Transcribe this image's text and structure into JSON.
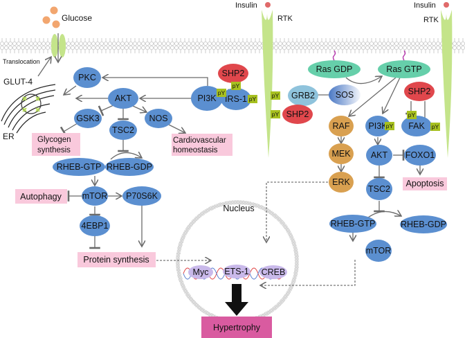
{
  "colors": {
    "node_blue": "#5b8fd0",
    "node_red": "#e0474c",
    "node_orange": "#d9a050",
    "node_teal": "#66cfaa",
    "node_lightblue": "#8fc3dc",
    "outcome_pink": "#f9c9dc",
    "hypertrophy": "#d95ba0",
    "receptor_green": "#c4e48a",
    "py_green": "#a7c01f",
    "glucose": "#f2a66f",
    "insulin": "#e06a6a",
    "tf_lavender": "#c9b9ea"
  },
  "labels": {
    "glucose": "Glucose",
    "translocation": "Translocation",
    "glut4": "GLUT-4",
    "er": "ER",
    "insulin_left": "Insulin",
    "rtk_left": "RTK",
    "insulin_right": "Insulin",
    "rtk_right": "RTK",
    "nucleus": "Nucleus",
    "py": "pY"
  },
  "left_pathway": {
    "pkc": "PKC",
    "akt": "AKT",
    "gsk3": "GSK3",
    "tsc2": "TSC2",
    "nos": "NOS",
    "pi3k": "PI3K",
    "irs1": "IRS-1",
    "shp2_top": "SHP2",
    "rheb_gtp": "RHEB-GTP",
    "rheb_gdp": "RHEB-GDP",
    "mtor": "mTOR",
    "p70s6k": "P70S6K",
    "4ebp1": "4EBP1"
  },
  "middle_pathway": {
    "grb2": "GRB2",
    "sos": "SOS",
    "shp2": "SHP2",
    "ras_gdp": "Ras GDP",
    "ras_gtp": "Ras GTP",
    "raf": "RAF",
    "mek": "MEK",
    "erk": "ERK"
  },
  "right_pathway": {
    "shp2": "SHP2",
    "pi3k": "PI3K",
    "fak": "FAK",
    "akt": "AKT",
    "foxo1": "FOXO1",
    "tsc2": "TSC2",
    "rheb_gtp": "RHEB-GTP",
    "rheb_gdp": "RHEB-GDP",
    "mtor": "mTOR"
  },
  "outcomes": {
    "glycogen_1": "Glycogen",
    "glycogen_2": "synthesis",
    "cardio_1": "Cardiovascular",
    "cardio_2": "homeostasis",
    "autophagy": "Autophagy",
    "protein_synthesis": "Protein synthesis",
    "apoptosis": "Apoptosis",
    "hypertrophy": "Hypertrophy"
  },
  "transcription_factors": {
    "myc": "Myc",
    "ets1": "ETS-1",
    "creb": "CREB"
  }
}
